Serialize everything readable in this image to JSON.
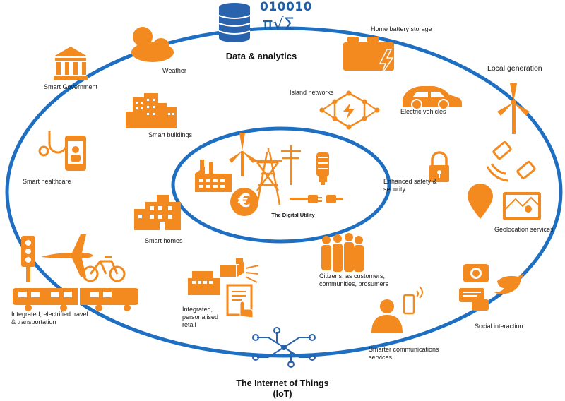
{
  "top": {
    "binary": "010010",
    "formula": "π√Σ",
    "title": "Data & analytics"
  },
  "bottom": {
    "title_line1": "The Internet of Things",
    "title_line2": "(IoT)"
  },
  "center": {
    "title": "The Digital Utility",
    "euro_symbol": "€"
  },
  "labels": {
    "home_battery": "Home battery storage",
    "local_generation": "Local generation",
    "weather": "Weather",
    "smart_government": "Smart Government",
    "island_networks": "Island networks",
    "electric_vehicles": "Electric vehicles",
    "smart_buildings": "Smart buildings",
    "smart_healthcare": "Smart healthcare",
    "enhanced_safety": "Enhanced safety & security",
    "geolocation": "Geolocation services",
    "smart_homes": "Smart homes",
    "citizens": "Citizens, as customers, communities, prosumers",
    "social_interaction": "Social interaction",
    "retail": "Integrated, personalised retail",
    "transport": "Integrated, electrified travel & transportation",
    "smarter_comms": "Smarter communications services"
  },
  "colors": {
    "ring": "#1e6fc1",
    "accent": "#f28a1f",
    "icon_blue": "#2a63ad"
  }
}
